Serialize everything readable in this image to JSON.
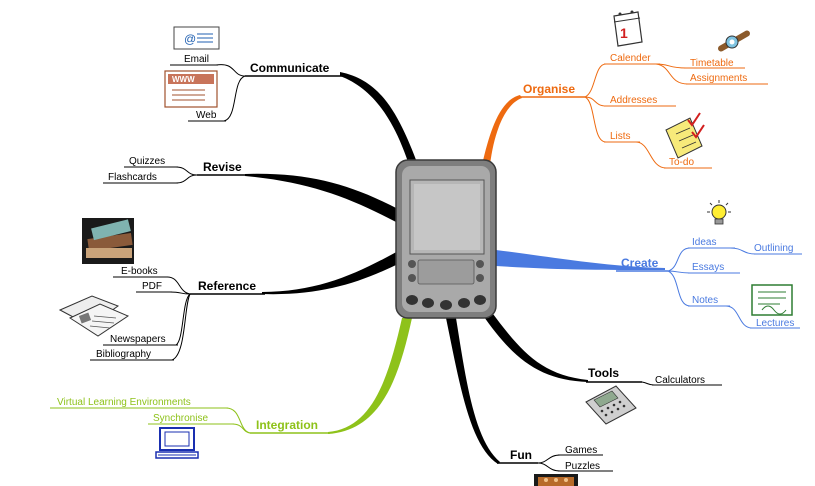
{
  "communicate": {
    "title": "Communicate",
    "items": [
      "Email",
      "Web"
    ]
  },
  "revise": {
    "title": "Revise",
    "items": [
      "Quizzes",
      "Flashcards"
    ]
  },
  "reference": {
    "title": "Reference",
    "items": [
      "E-books",
      "PDF",
      "Newspapers",
      "Bibliography"
    ]
  },
  "integration": {
    "title": "Integration",
    "items": [
      "Virtual Learning Environments",
      "Synchronise"
    ]
  },
  "organise": {
    "title": "Organise",
    "items": [
      "Calender",
      "Timetable",
      "Assignments",
      "Addresses",
      "Lists",
      "To-do"
    ]
  },
  "create": {
    "title": "Create",
    "items": [
      "Ideas",
      "Outlining",
      "Essays",
      "Notes",
      "Lectures"
    ]
  },
  "tools": {
    "title": "Tools",
    "items": [
      "Calculators"
    ]
  },
  "fun": {
    "title": "Fun",
    "items": [
      "Games",
      "Puzzles"
    ]
  },
  "colors": {
    "black": "#000000",
    "orange": "#ee6a10",
    "blue": "#4a7ae0",
    "green": "#8ec21a"
  },
  "icons": [
    "pda-device-icon",
    "email-icon",
    "web-page-icon",
    "books-icon",
    "newspaper-icon",
    "computer-icon",
    "calendar-icon",
    "watch-icon",
    "checklist-icon",
    "lightbulb-icon",
    "notes-board-icon",
    "calculator-icon",
    "game-icon"
  ]
}
